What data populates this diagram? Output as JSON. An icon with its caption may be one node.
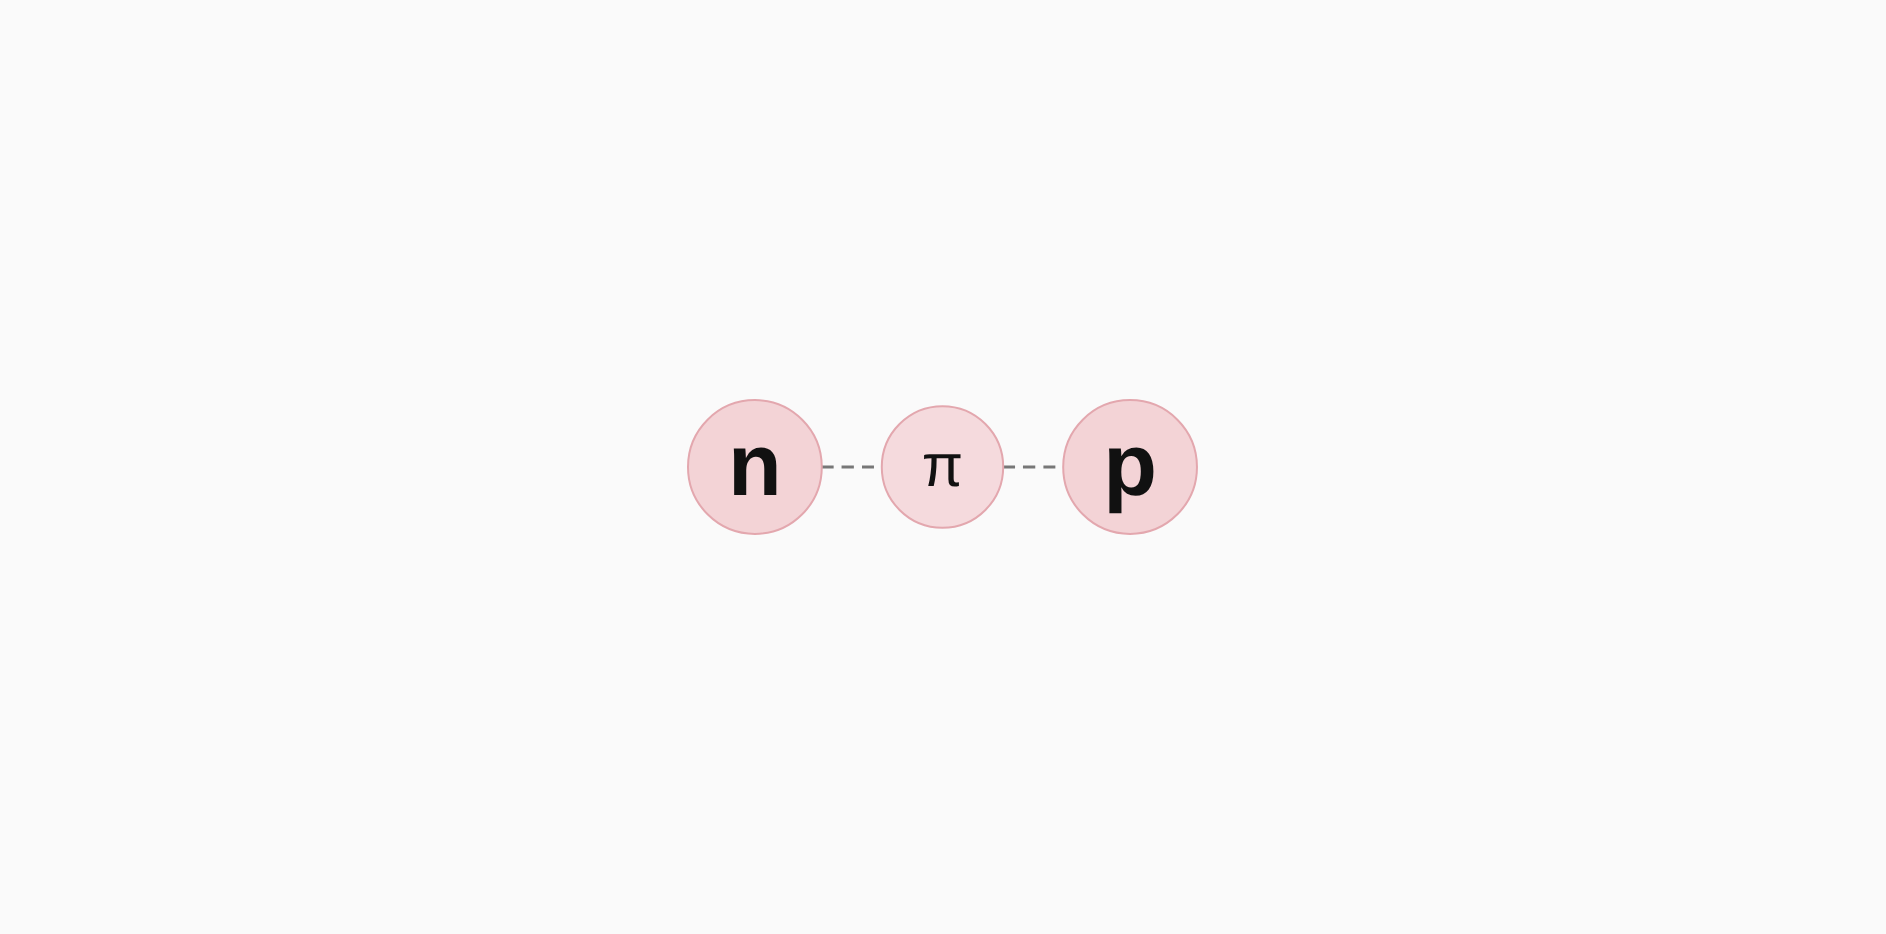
{
  "diagram": {
    "nodes": [
      {
        "text": [
          "n"
        ]
      },
      {
        "text": [
          "π"
        ]
      },
      {
        "text": [
          "p"
        ]
      }
    ],
    "edges": [
      {
        "from": 0,
        "to": 1,
        "arrow": "none",
        "style": "dashed"
      },
      {
        "from": 1,
        "to": 2,
        "arrow": "none",
        "style": "dashed"
      }
    ]
  }
}
